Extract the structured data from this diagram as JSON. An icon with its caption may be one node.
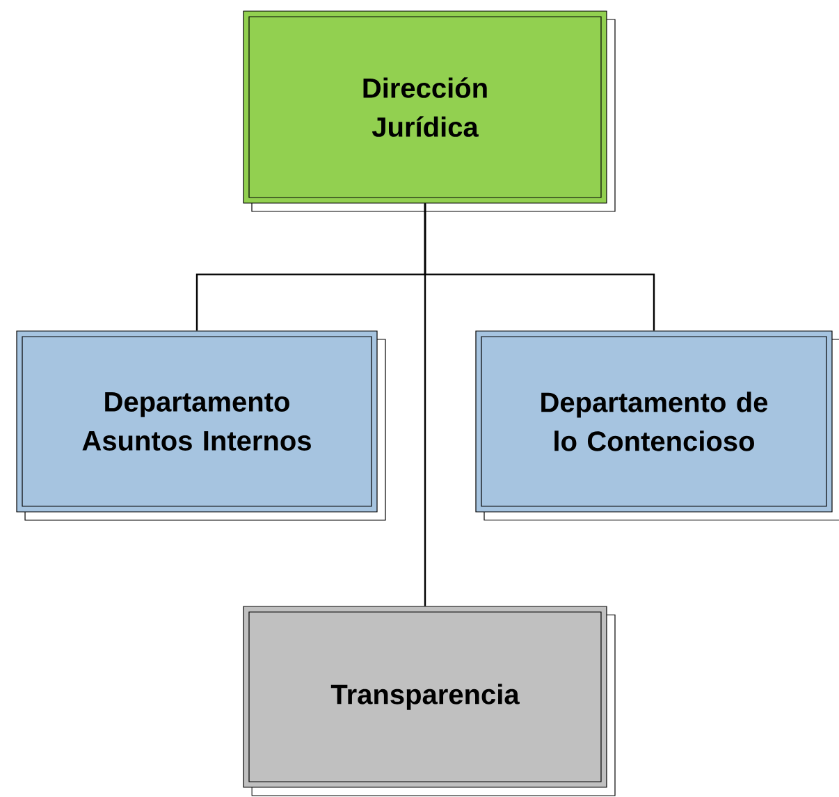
{
  "diagram": {
    "nodes": [
      {
        "text": [
          "Dirección Jurídica"
        ]
      },
      {
        "text": [
          "Departamento Asuntos Internos"
        ]
      },
      {
        "text": [
          "Departamento de lo Contencioso"
        ]
      },
      {
        "text": [
          "Transparencia"
        ]
      }
    ],
    "edges": [
      {
        "from": 0,
        "to": 1,
        "arrow": "none"
      },
      {
        "from": 0,
        "to": 2,
        "arrow": "none"
      },
      {
        "from": 0,
        "to": 3,
        "arrow": "none"
      }
    ]
  }
}
